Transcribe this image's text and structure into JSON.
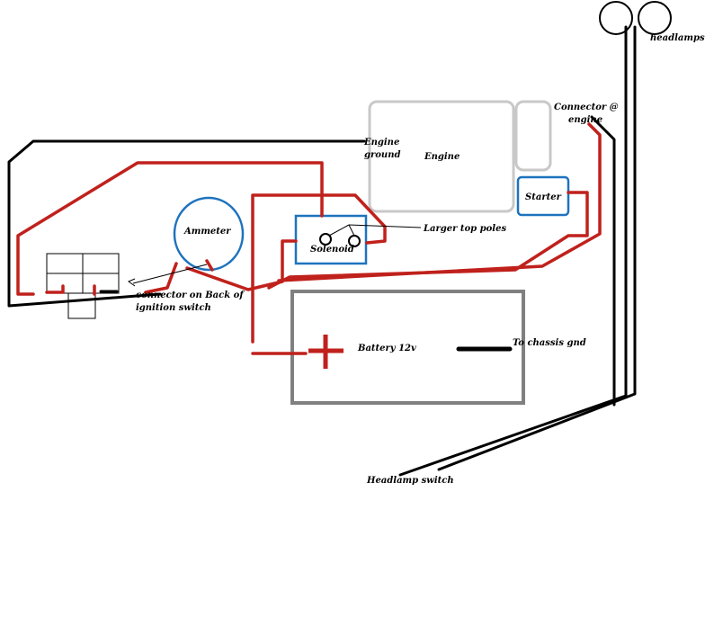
{
  "labels": {
    "headlamps": "headlamps",
    "connector_engine_line1": "Connector @",
    "connector_engine_line2": "engine",
    "engine_ground_line1": "Engine",
    "engine_ground_line2": "ground",
    "engine": "Engine",
    "starter": "Starter",
    "ammeter": "Ammeter",
    "solenoid": "Solenoid",
    "larger_top_poles": "Larger top poles",
    "ignition_connector_line1": "connector on Back of",
    "ignition_connector_line2": "ignition switch",
    "battery": "Battery 12v",
    "chassis_gnd": "To chassis gnd",
    "headlamp_switch": "Headlamp switch"
  },
  "colors": {
    "power_wire": "#c0211c",
    "ground_wire": "#000000",
    "component_outline": "#1e73be",
    "engine_outline": "#c8c8c8",
    "battery_outline": "#808080"
  }
}
